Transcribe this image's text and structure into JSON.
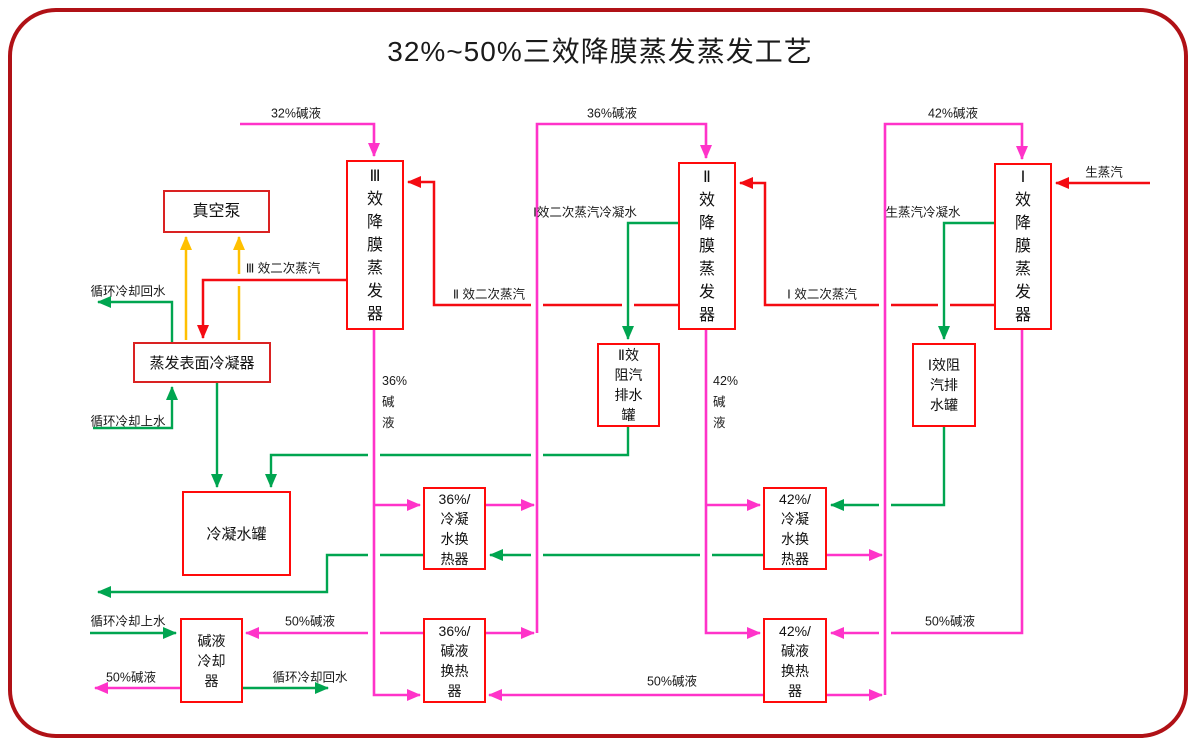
{
  "title": "32%~50%三效降膜蒸发蒸发工艺",
  "colors": {
    "frame_border": "#b01116",
    "box_border": "#ff0a0a",
    "line_magenta": "#ff33c9",
    "line_red": "#f40b12",
    "line_green": "#00a550",
    "line_yellow": "#ffc000",
    "text": "#1a1a1a"
  },
  "boxes": {
    "vacuum_pump": {
      "label": "真空泵"
    },
    "surface_condenser": {
      "label": "蒸发表面冷凝器"
    },
    "evaporator_3": {
      "label": "Ⅲ\n效\n降\n膜\n蒸\n发\n器"
    },
    "evaporator_2": {
      "label": "Ⅱ\n效\n降\n膜\n蒸\n发\n器"
    },
    "evaporator_1": {
      "label": "Ⅰ\n效\n降\n膜\n蒸\n发\n器"
    },
    "trap_2": {
      "label": "Ⅱ效\n阻汽\n排水\n罐"
    },
    "trap_1": {
      "label": "Ⅰ效阻\n汽排\n水罐"
    },
    "condensate_tank": {
      "label": "冷凝水罐"
    },
    "hx36_condensate": {
      "label": "36%/\n冷凝\n水换\n热器"
    },
    "hx42_condensate": {
      "label": "42%/\n冷凝\n水换\n热器"
    },
    "alkali_cooler": {
      "label": "碱液\n冷却\n器"
    },
    "hx36_alkali": {
      "label": "36%/\n碱液\n换热\n器"
    },
    "hx42_alkali": {
      "label": "42%/\n碱液\n换热\n器"
    }
  },
  "labels": {
    "alkali_32": "32%碱液",
    "alkali_36_top": "36%碱液",
    "alkali_42_top": "42%碱液",
    "raw_steam": "生蒸汽",
    "sec_steam_1": "Ⅰ 效二次蒸汽",
    "sec_steam_2": "Ⅱ 效二次蒸汽",
    "sec_steam_3": "Ⅲ 效二次蒸汽",
    "sec_steam_1_cond": "Ⅰ效二次蒸汽冷凝水",
    "raw_steam_cond": "生蒸汽冷凝水",
    "cooling_return_top": "循环冷却回水",
    "cooling_supply_mid": "循环冷却上水",
    "alkali_36_vert": "36%\n碱\n液",
    "alkali_42_vert": "42%\n碱\n液",
    "alkali_50_right": "50%碱液",
    "alkali_50_mid": "50%碱液",
    "alkali_50_to_cooler": "50%碱液",
    "alkali_50_out": "50%碱液",
    "cooling_supply_bot": "循环冷却上水",
    "cooling_return_bot": "循环冷却回水"
  }
}
